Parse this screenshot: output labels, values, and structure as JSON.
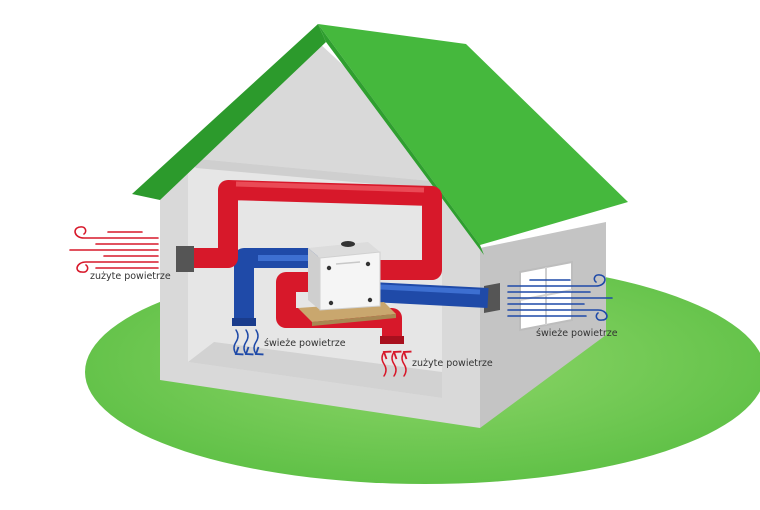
{
  "labels": {
    "exhaust_outside": "zużyte powietrze",
    "fresh_inside": "świeże powietrze",
    "exhaust_inside": "zużyte powietrze",
    "fresh_outside": "świeże powietrze"
  },
  "colors": {
    "background": "#ffffff",
    "lawn": "#6dc74c",
    "roof": "#3fb53a",
    "wall_light": "#d9d9d9",
    "wall_dark": "#bdbdbd",
    "interior": "#e8e8e8",
    "warm_duct": "#d7182a",
    "cool_duct": "#1f4aa8",
    "unit_body": "#f4f4f4",
    "window": "#ffffff"
  },
  "icons": [
    "exhaust-wind-icon",
    "fresh-air-arrows-icon",
    "warm-air-arrows-icon",
    "fresh-wind-icon"
  ]
}
